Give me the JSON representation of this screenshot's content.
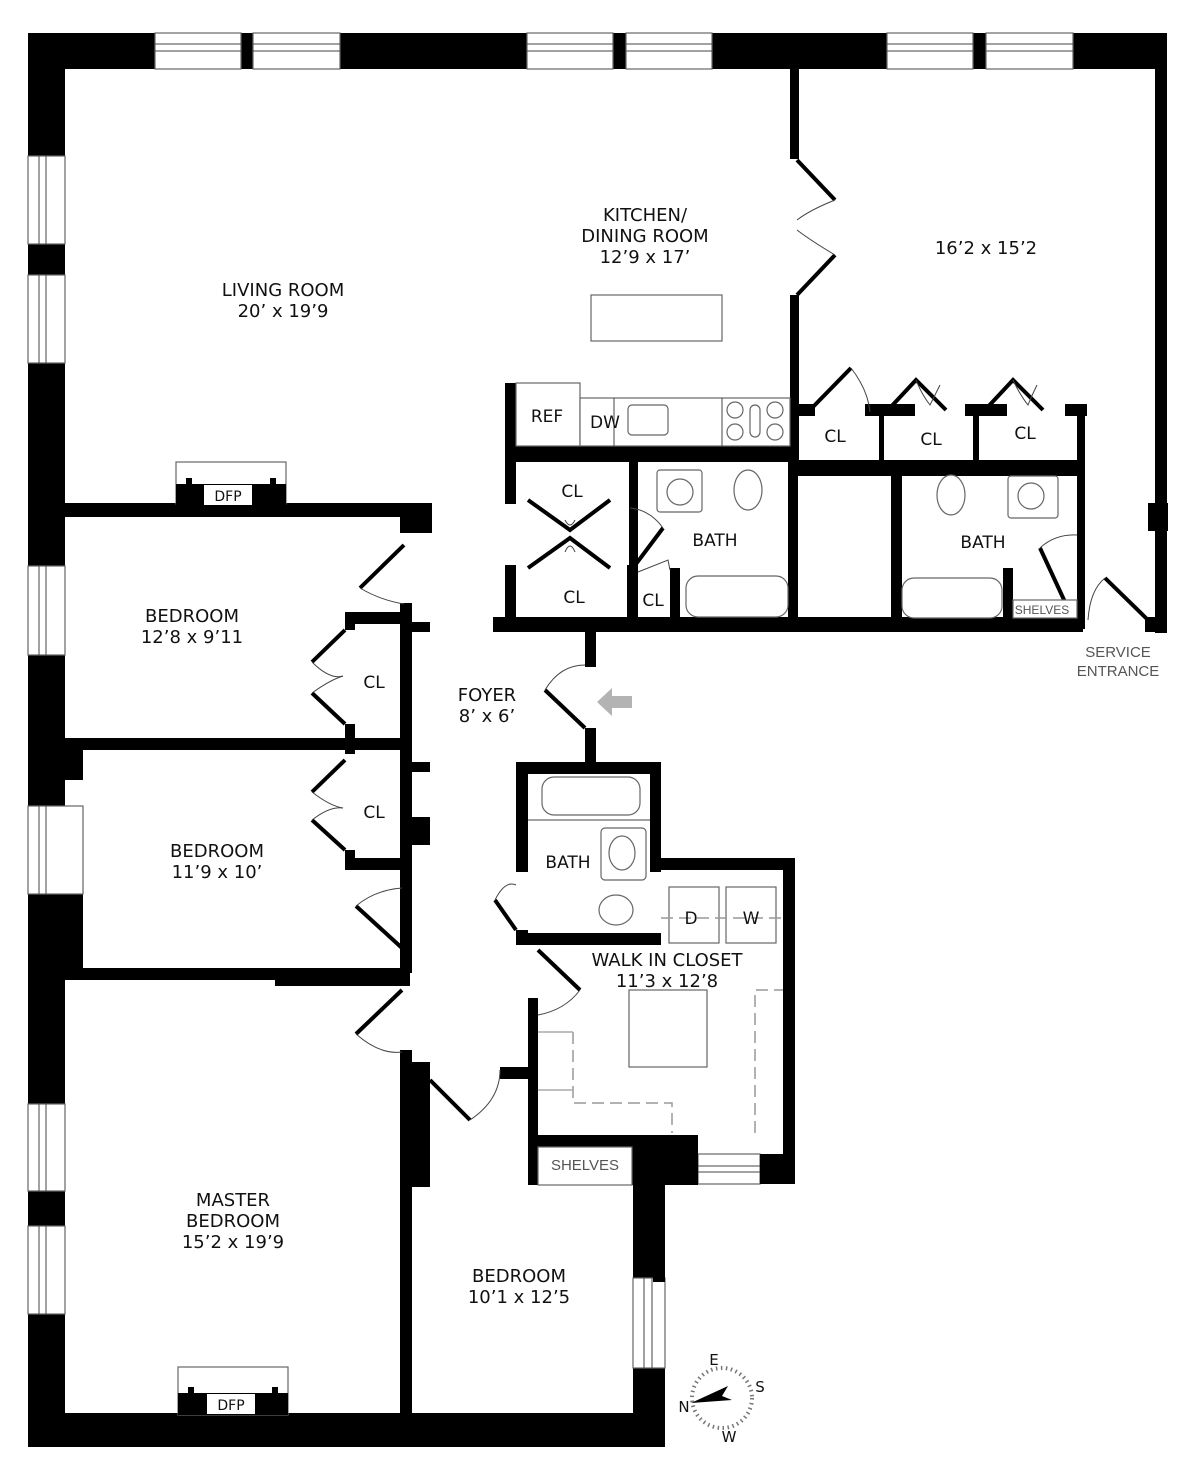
{
  "floorplan": {
    "rooms": {
      "living_room": {
        "name": "LIVING ROOM",
        "dims": "20’ x 19’9"
      },
      "kitchen": {
        "name_line1": "KITCHEN/",
        "name_line2": "DINING ROOM",
        "dims": "12’9 x 17’"
      },
      "unnamed_room": {
        "dims": "16’2 x 15’2"
      },
      "bedroom_1": {
        "name": "BEDROOM",
        "dims": "12’8 x 9’11"
      },
      "bedroom_2": {
        "name": "BEDROOM",
        "dims": "11’9 x 10’"
      },
      "master_bedroom": {
        "name_line1": "MASTER",
        "name_line2": "BEDROOM",
        "dims": "15’2 x 19’9"
      },
      "bedroom_3": {
        "name": "BEDROOM",
        "dims": "10’1 x 12’5"
      },
      "foyer": {
        "name": "FOYER",
        "dims": "8’ x 6’"
      },
      "walk_in_closet": {
        "name": "WALK IN CLOSET",
        "dims": "11’3 x 12’8"
      }
    },
    "labels": {
      "closet": "CL",
      "bath": "BATH",
      "ref": "REF",
      "dw": "DW",
      "dfp": "DFP",
      "dryer": "D",
      "washer": "W",
      "shelves": "SHELVES",
      "service_entrance_line1": "SERVICE",
      "service_entrance_line2": "ENTRANCE"
    },
    "compass": {
      "north": "N",
      "east": "E",
      "south": "S",
      "west": "W"
    },
    "colors": {
      "wall": "#000000",
      "fixture_line": "#666666",
      "entry_arrow": "#b3b3b3"
    }
  }
}
